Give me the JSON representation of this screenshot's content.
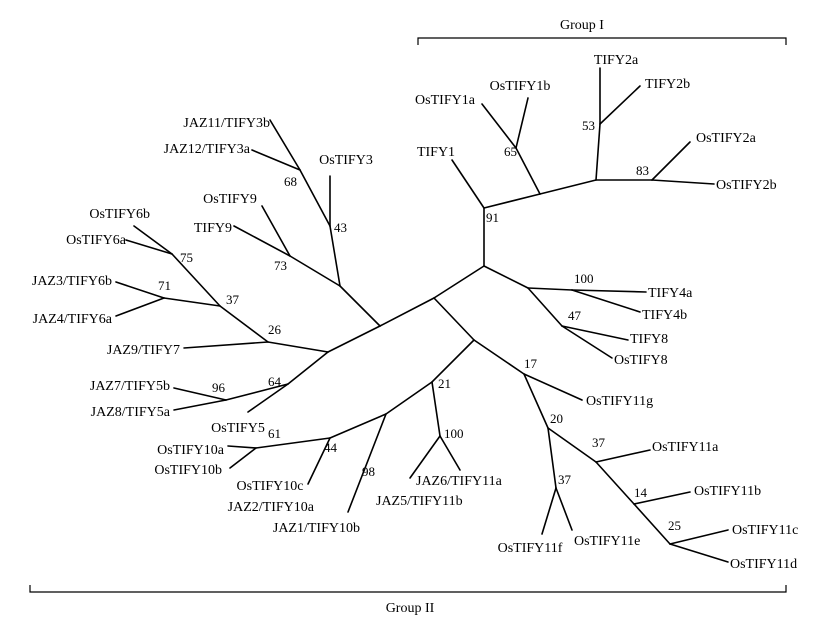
{
  "groups": {
    "group1": "Group I",
    "group2": "Group II"
  },
  "leaves": {
    "ostify1a": "OsTIFY1a",
    "ostify1b": "OsTIFY1b",
    "tify2a": "TIFY2a",
    "tify2b": "TIFY2b",
    "ostify2a": "OsTIFY2a",
    "ostify2b": "OsTIFY2b",
    "tify1": "TIFY1",
    "tify4a": "TIFY4a",
    "tify4b": "TIFY4b",
    "tify8": "TIFY8",
    "ostify8": "OsTIFY8",
    "ostify11g": "OsTIFY11g",
    "ostify11a": "OsTIFY11a",
    "ostify11b": "OsTIFY11b",
    "ostify11c": "OsTIFY11c",
    "ostify11d": "OsTIFY11d",
    "ostify11e": "OsTIFY11e",
    "ostify11f": "OsTIFY11f",
    "jaz6_tify11a": "JAZ6/TIFY11a",
    "jaz5_tify11b": "JAZ5/TIFY11b",
    "jaz1_tify10b": "JAZ1/TIFY10b",
    "jaz2_tify10a": "JAZ2/TIFY10a",
    "ostify10c": "OsTIFY10c",
    "ostify10a": "OsTIFY10a",
    "ostify10b": "OsTIFY10b",
    "ostify5": "OsTIFY5",
    "jaz7_tify5b": "JAZ7/TIFY5b",
    "jaz8_tify5a": "JAZ8/TIFY5a",
    "jaz9_tify7": "JAZ9/TIFY7",
    "jaz3_tify6b": "JAZ3/TIFY6b",
    "jaz4_tify6a": "JAZ4/TIFY6a",
    "ostify6b": "OsTIFY6b",
    "ostify6a": "OsTIFY6a",
    "ostify9": "OsTIFY9",
    "tify9": "TIFY9",
    "jaz11_tify3b": "JAZ11/TIFY3b",
    "jaz12_tify3a": "JAZ12/TIFY3a",
    "ostify3": "OsTIFY3"
  },
  "bootstrap": {
    "b53": "53",
    "b65": "65",
    "b83": "83",
    "b91": "91",
    "b100_tify4": "100",
    "b47": "47",
    "b17": "17",
    "b20": "20",
    "b37_11a": "37",
    "b14": "14",
    "b25": "25",
    "b37_11ef": "37",
    "b21": "21",
    "b100_jaz": "100",
    "b98": "98",
    "b44": "44",
    "b61": "61",
    "b64": "64",
    "b96": "96",
    "b26": "26",
    "b37_6": "37",
    "b71": "71",
    "b75": "75",
    "b73": "73",
    "b43": "43",
    "b68": "68"
  }
}
